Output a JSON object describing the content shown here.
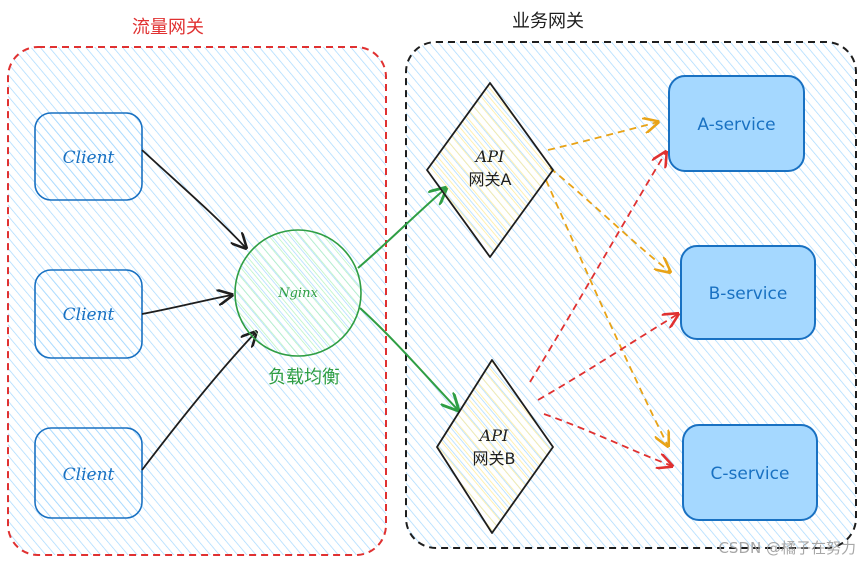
{
  "groups": {
    "traffic": {
      "title": "流量网关",
      "color": "#e03131"
    },
    "business": {
      "title": "业务网关",
      "color": "#1e1e1e"
    }
  },
  "clients": [
    {
      "label": "Client"
    },
    {
      "label": "Client"
    },
    {
      "label": "Client"
    }
  ],
  "nginx": {
    "label": "Nginx",
    "caption": "负载均衡",
    "color": "#2f9e44"
  },
  "gateways": [
    {
      "line1": "API",
      "line2": "网关A"
    },
    {
      "line1": "API",
      "line2": "网关B"
    }
  ],
  "services": [
    {
      "label": "A-service"
    },
    {
      "label": "B-service"
    },
    {
      "label": "C-service"
    }
  ],
  "colors": {
    "client_stroke": "#1971c2",
    "service_fill": "#a5d8ff",
    "gateway_fill": "#fff9db",
    "arrow_a": "#e8a317",
    "arrow_b": "#e03131",
    "arrow_nginx": "#2f9e44"
  },
  "watermark": "CSDN @橘子在努力"
}
